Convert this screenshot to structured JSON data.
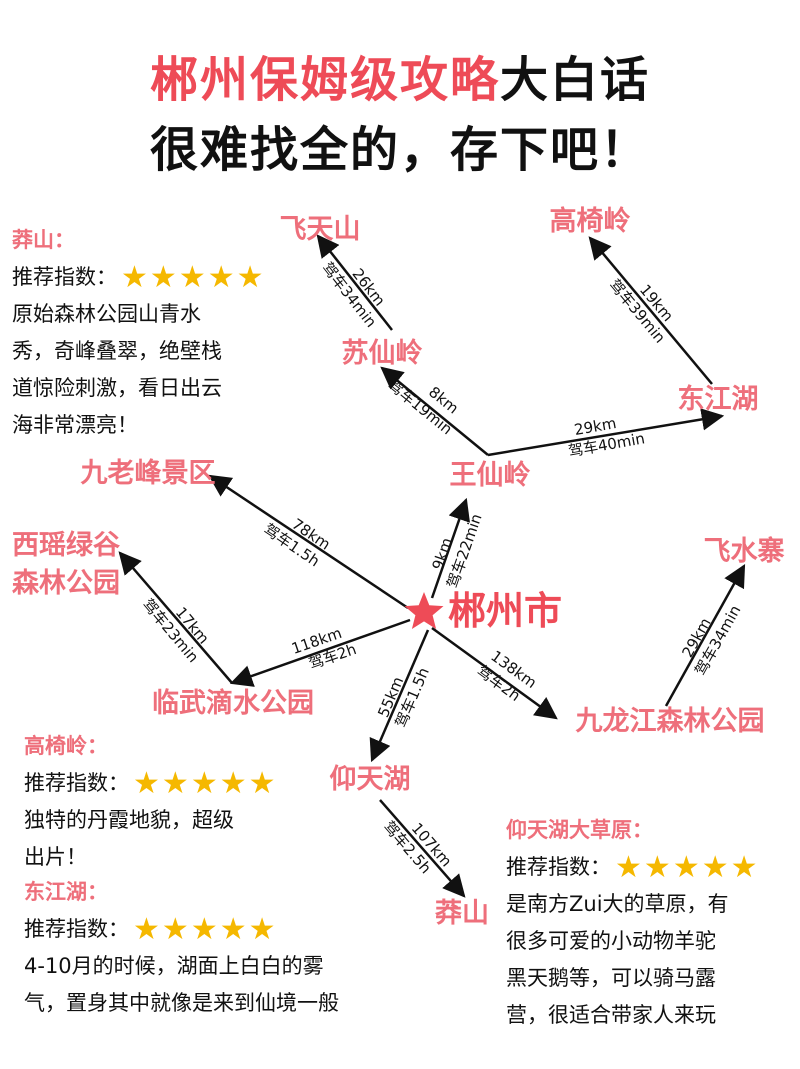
{
  "title": {
    "line1_red": "郴州保姆级攻略",
    "line1_black": "大白话",
    "line2": "很难找全的，存下吧！"
  },
  "center": {
    "name": "郴州市",
    "icon": "star-icon"
  },
  "places": {
    "feitianshan": "飞天山",
    "suxianling": "苏仙岭",
    "gaoyiling": "高椅岭",
    "dongjianghu": "东江湖",
    "wangxianling": "王仙岭",
    "jiulaofeng": "九老峰景区",
    "xiyao_line1": "西瑶绿谷",
    "xiyao_line2": "森林公园",
    "linwu": "临武滴水公园",
    "feishuizhai": "飞水寨",
    "jiulongjiang": "九龙江森林公园",
    "yangtianhu": "仰天湖",
    "mangshan": "莽山"
  },
  "routes": {
    "suxian_feitian": {
      "distance": "26km",
      "drive": "驾车34min"
    },
    "wangxian_suxian": {
      "distance": "8km",
      "drive": "驾车19min"
    },
    "wangxian_dongjiang": {
      "distance": "29km",
      "drive": "驾车40min"
    },
    "dongjiang_gaoyi": {
      "distance": "19km",
      "drive": "驾车39min"
    },
    "city_wangxian": {
      "distance": "9km",
      "drive": "驾车22min"
    },
    "city_jiulao": {
      "distance": "78km",
      "drive": "驾车1.5h"
    },
    "city_linwu": {
      "distance": "118km",
      "drive": "驾车2h"
    },
    "linwu_xiyao": {
      "distance": "17km",
      "drive": "驾车23min"
    },
    "city_yangtian": {
      "distance": "55km",
      "drive": "驾车1.5h"
    },
    "yangtian_mang": {
      "distance": "107km",
      "drive": "驾车2.5h"
    },
    "city_jiulong": {
      "distance": "138km",
      "drive": "驾车2h"
    },
    "jiulong_feishui": {
      "distance": "29km",
      "drive": "驾车34min"
    }
  },
  "cards": {
    "mangshan": {
      "name": "莽山：",
      "rec_label": "推荐指数：",
      "stars": 5,
      "lines": [
        "原始森林公园山青水",
        "秀，奇峰叠翠，绝壁栈",
        "道惊险刺激，看日出云",
        "海非常漂亮！"
      ]
    },
    "gaoyiling": {
      "name": "高椅岭：",
      "rec_label": "推荐指数：",
      "stars": 5,
      "lines": [
        "独特的丹霞地貌，超级",
        "出片！"
      ]
    },
    "dongjianghu": {
      "name": "东江湖：",
      "rec_label": "推荐指数：",
      "stars": 5,
      "lines": [
        "4-10月的时候，湖面上白白的雾",
        "气，置身其中就像是来到仙境一般"
      ]
    },
    "yangtianhu": {
      "name": "仰天湖大草原：",
      "rec_label": "推荐指数：",
      "stars": 5,
      "lines": [
        "是南方Zui大的草原，有",
        "很多可爱的小动物羊驼",
        "黑天鹅等，可以骑马露",
        "营，很适合带家人来玩"
      ]
    }
  },
  "colors": {
    "accent": "#ee4b57",
    "place": "#ee6f7b",
    "star": "#f5b800",
    "arrow": "#111111"
  }
}
